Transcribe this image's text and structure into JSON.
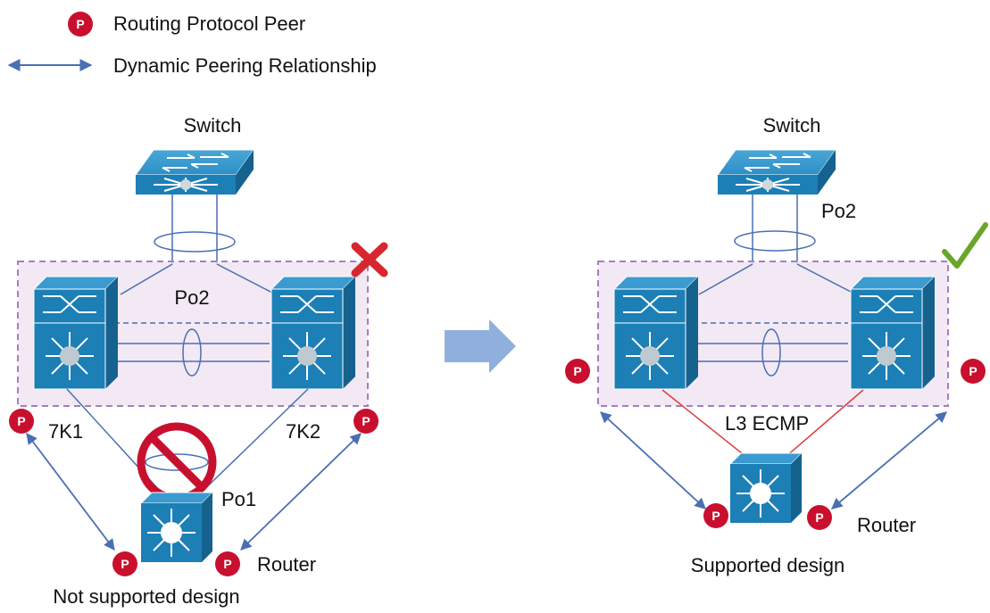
{
  "legend": {
    "peer_badge": "P",
    "peer_label": "Routing Protocol Peer",
    "relationship_label": "Dynamic Peering Relationship"
  },
  "left": {
    "switch_label": "Switch",
    "po2_label": "Po2",
    "node1_label": "7K1",
    "node2_label": "7K2",
    "po1_label": "Po1",
    "router_label": "Router",
    "caption": "Not supported design",
    "status": "x-mark"
  },
  "right": {
    "switch_label": "Switch",
    "po2_label": "Po2",
    "ecmp_label": "L3 ECMP",
    "router_label": "Router",
    "caption": "Supported design",
    "status": "check-mark"
  },
  "colors": {
    "device_blue": "#1c7fb6",
    "peer_red": "#c8102e",
    "vpc_fill": "#efe3f2",
    "vpc_border": "#a77dc0",
    "arrow_blue": "#4a6fb3",
    "big_arrow": "#8fb0dc",
    "ecmp_red": "#e03c3c",
    "x_red": "#d7262f",
    "check_green": "#6aa629"
  },
  "icons": [
    "peer-badge-icon",
    "bidirectional-arrow-icon",
    "switch-icon",
    "nexus-7k-icon",
    "router-icon",
    "prohibited-icon",
    "x-mark-icon",
    "check-mark-icon",
    "right-arrow-icon"
  ]
}
